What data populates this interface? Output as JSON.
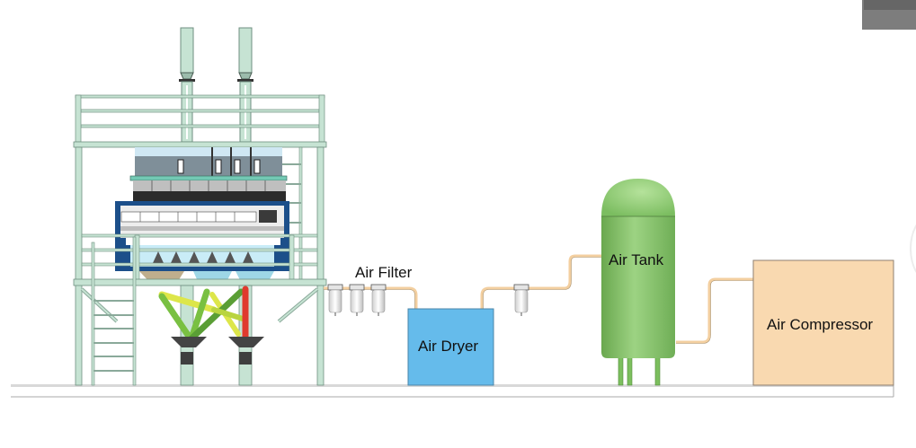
{
  "diagram": {
    "title": "Compressed air supply system for optical sorter",
    "components": [
      {
        "id": "sorter",
        "label": "",
        "description": "Color sorter machine on steel platform with stairs"
      },
      {
        "id": "air-filter",
        "label": "Air Filter",
        "count": 3
      },
      {
        "id": "air-dryer",
        "label": "Air Dryer"
      },
      {
        "id": "inline-filter",
        "label": "",
        "count": 1
      },
      {
        "id": "air-tank",
        "label": "Air Tank"
      },
      {
        "id": "air-compressor",
        "label": "Air Compressor"
      }
    ],
    "flow": [
      "Air Compressor",
      "Air Tank",
      "Filter",
      "Air Dryer",
      "Air Filter",
      "Sorter"
    ],
    "colors": {
      "frame": "#c6e3d3",
      "frame_stroke": "#6f8f80",
      "pipe": "#f3cfa0",
      "dryer": "#65bbeb",
      "tank": "#8fc977",
      "compressor": "#f9d9b0",
      "chute_green": "#79c042",
      "chute_yellow": "#dde64a",
      "chute_red": "#e03a2e",
      "machine_blue": "#1c4f8a",
      "machine_dark": "#2b2b2b"
    }
  }
}
